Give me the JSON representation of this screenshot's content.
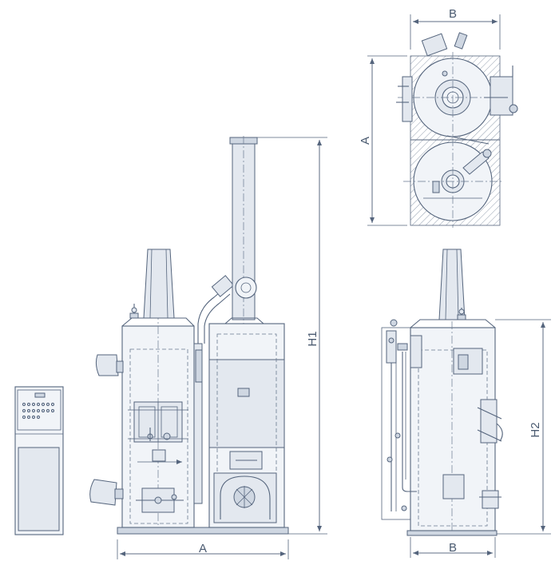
{
  "dimension_labels": {
    "front_width": "A",
    "front_height": "H1",
    "side_width": "B",
    "side_height": "H2",
    "top_width": "B",
    "top_length": "A"
  },
  "colors": {
    "line": "#55657d",
    "text": "#4a5a70",
    "fill_light": "#f1f4f8",
    "fill_dark": "#cfd7e2"
  }
}
